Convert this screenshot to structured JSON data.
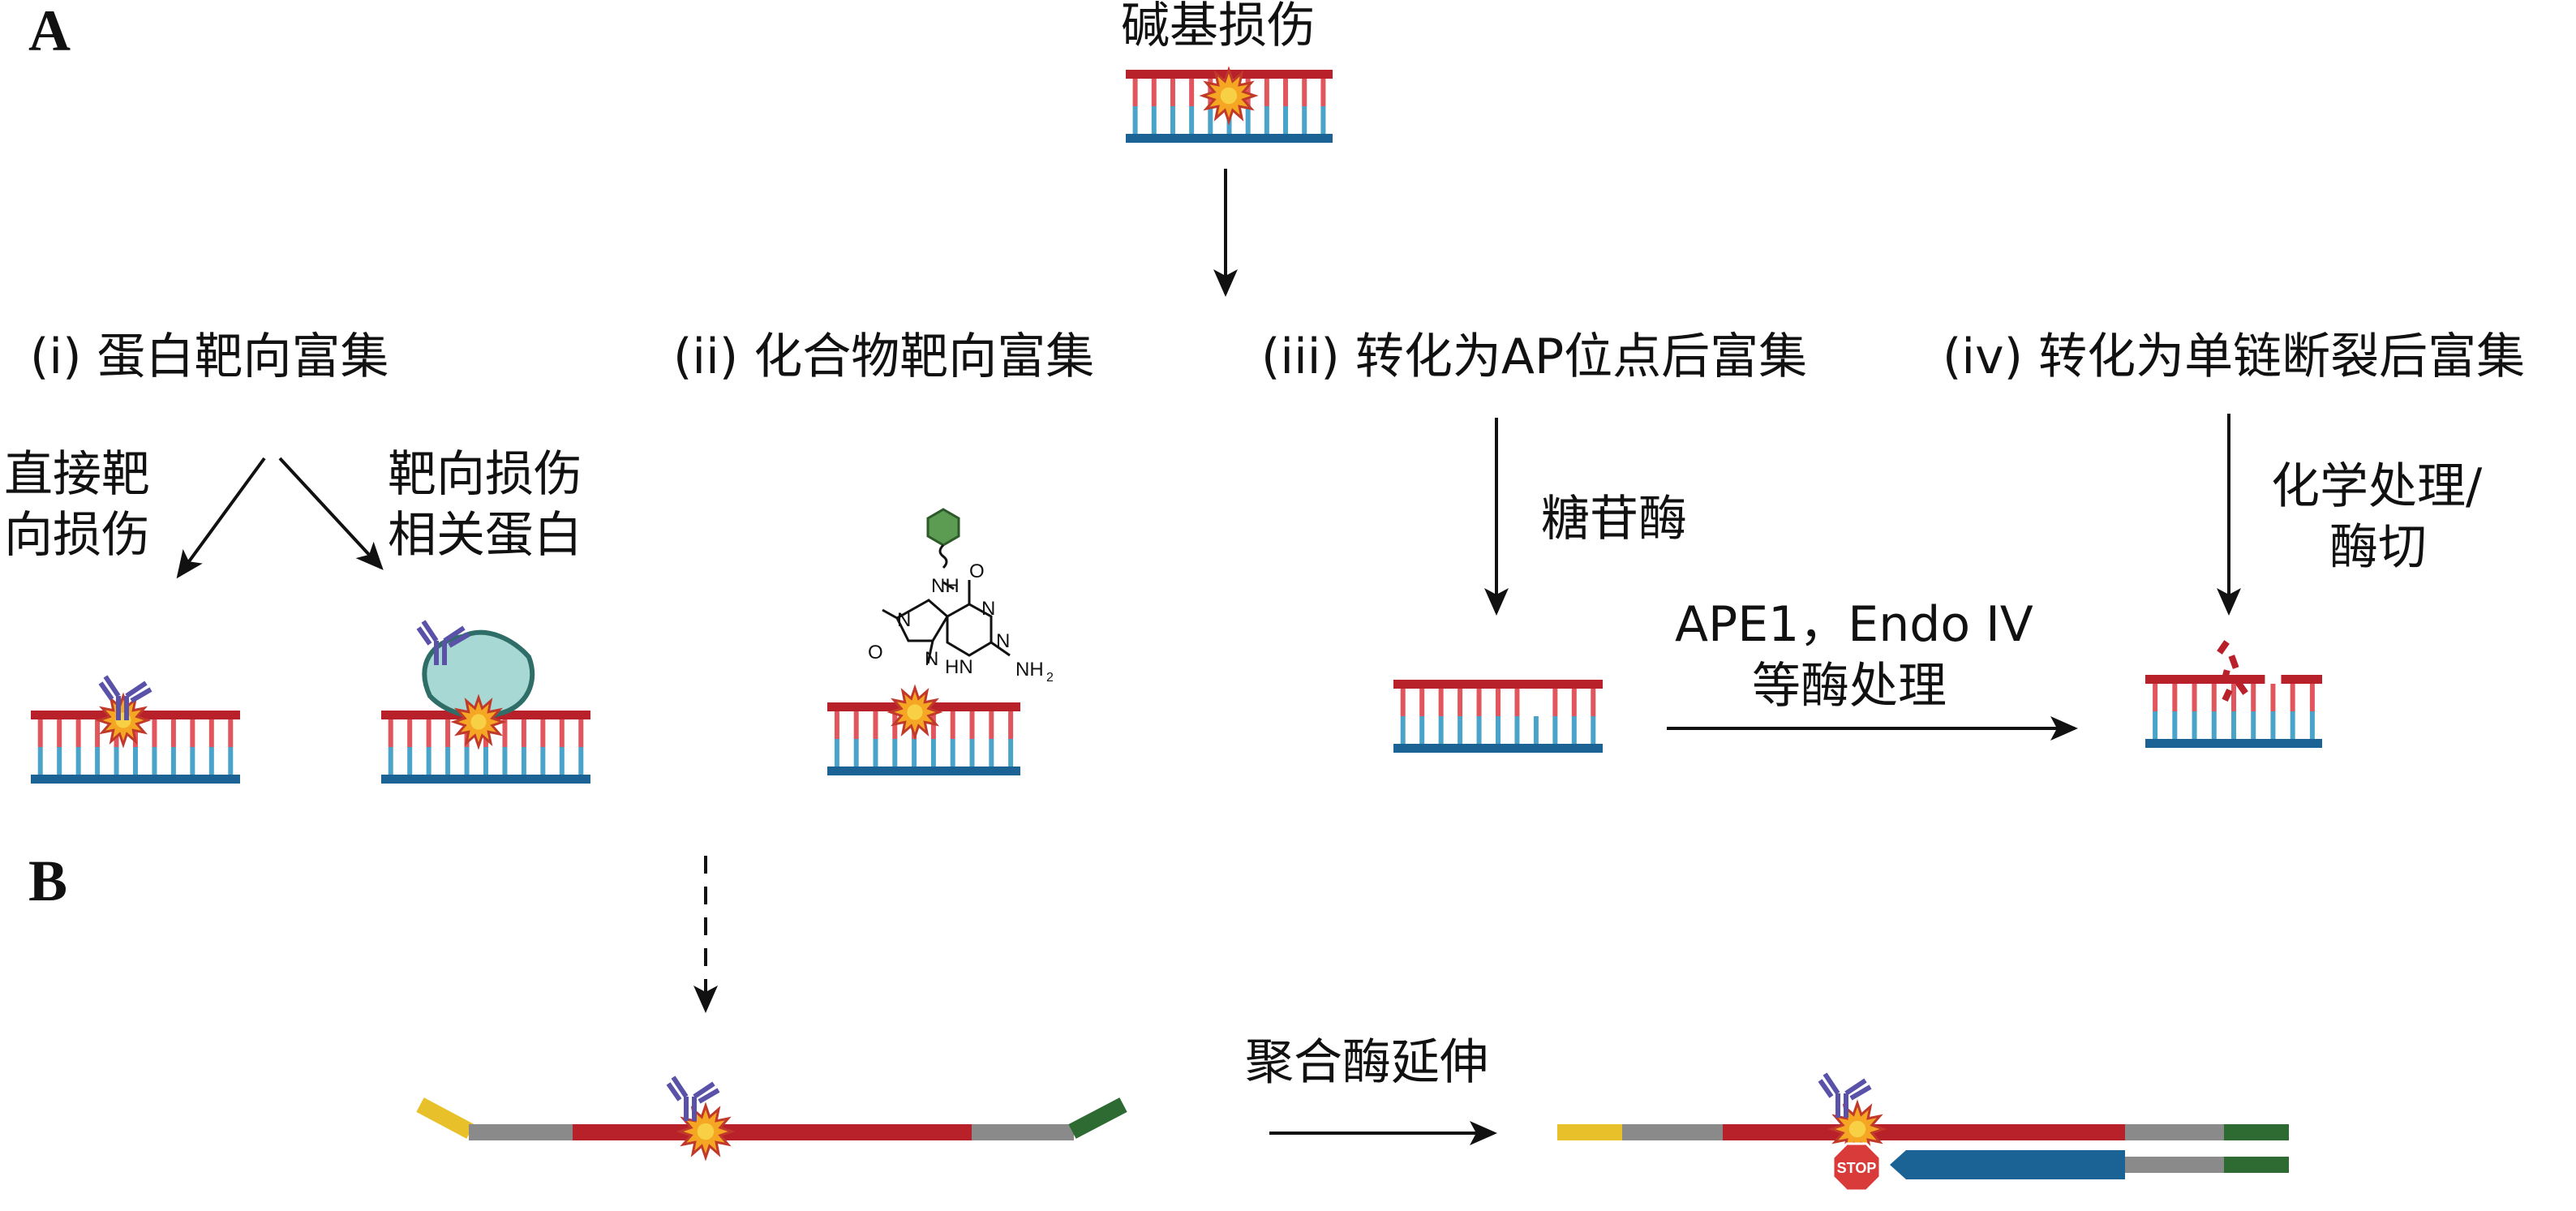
{
  "panels": {
    "a": "A",
    "b": "B"
  },
  "top_label": "碱基损伤",
  "strategies": {
    "i": "(i) 蛋白靶向富集",
    "ii": "(ii) 化合物靶向富集",
    "iii": "(iii) 转化为AP位点后富集",
    "iv": "(iv) 转化为单链断裂后富集"
  },
  "branch_left": {
    "line1": "直接靶",
    "line2": "向损伤"
  },
  "branch_right": {
    "line1": "靶向损伤",
    "line2": "相关蛋白"
  },
  "step_glycosylase": "糖苷酶",
  "step_chem": {
    "line1": "化学处理/",
    "line2": "酶切"
  },
  "step_ape": {
    "line1": "APE1，Endo IV",
    "line2": "等酶处理"
  },
  "polymerase": "聚合酶延伸",
  "stop_sign": "STOP",
  "chem_labels": {
    "nh": "NH",
    "n1": "N",
    "n2": "N",
    "o1": "O",
    "o2": "O",
    "n3": "N",
    "hn": "HN",
    "n4": "N",
    "nh2": "NH",
    "sub2": "2"
  },
  "colors": {
    "top_strand": "#b8202a",
    "bottom_strand": "#1b6394",
    "top_rung": "#e0565c",
    "bottom_rung": "#4aa3c9",
    "damage": "#f5a623",
    "antibody": "#5a52a8",
    "protein": "#a8d8d4",
    "hexagon": "#5b9b52",
    "adapter_yellow": "#e8c12a",
    "adapter_gray": "#8a8a8a",
    "adapter_green": "#2e6b32"
  }
}
